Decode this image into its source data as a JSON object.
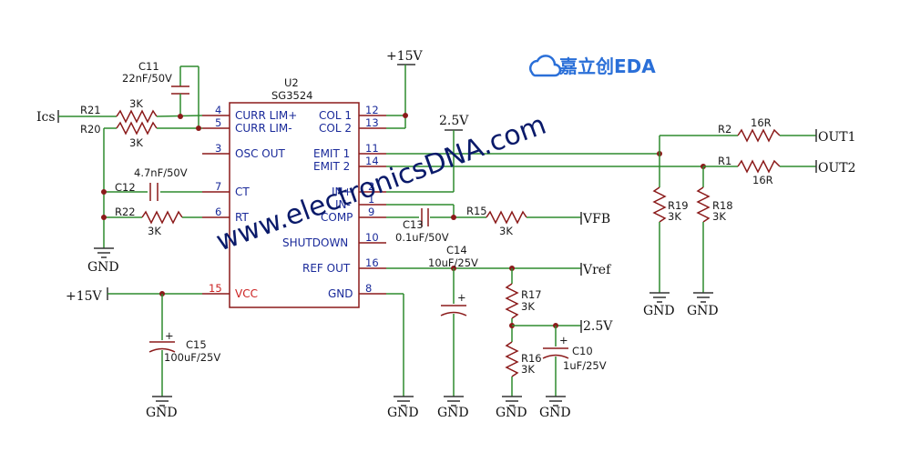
{
  "ic": {
    "ref": "U2",
    "part": "SG3524",
    "left_pins": [
      {
        "num": "4",
        "name": "CURR LIM+"
      },
      {
        "num": "5",
        "name": "CURR LIM-"
      },
      {
        "num": "3",
        "name": "OSC OUT"
      },
      {
        "num": "7",
        "name": "CT"
      },
      {
        "num": "6",
        "name": "RT"
      },
      {
        "num": "15",
        "name": "VCC"
      }
    ],
    "right_pins": [
      {
        "num": "12",
        "name": "COL 1"
      },
      {
        "num": "13",
        "name": "COL 2"
      },
      {
        "num": "11",
        "name": "EMIT 1"
      },
      {
        "num": "14",
        "name": "EMIT 2"
      },
      {
        "num": "2",
        "name": "IN+"
      },
      {
        "num": "1",
        "name": "IN-"
      },
      {
        "num": "9",
        "name": "COMP"
      },
      {
        "num": "10",
        "name": "SHUTDOWN"
      },
      {
        "num": "16",
        "name": "REF OUT"
      },
      {
        "num": "8",
        "name": "GND"
      }
    ]
  },
  "components": {
    "r21": {
      "ref": "R21",
      "value": "3K"
    },
    "r20": {
      "ref": "R20",
      "value": "3K"
    },
    "c11": {
      "ref": "C11",
      "value": "22nF/50V"
    },
    "c12": {
      "ref": "C12",
      "value": "4.7nF/50V"
    },
    "r22": {
      "ref": "R22",
      "value": "3K"
    },
    "c15": {
      "ref": "C15",
      "value": "100uF/25V"
    },
    "c13": {
      "ref": "C13",
      "value": "0.1uF/50V"
    },
    "r15": {
      "ref": "R15",
      "value": "3K"
    },
    "c14": {
      "ref": "C14",
      "value": "10uF/25V"
    },
    "r17": {
      "ref": "R17",
      "value": "3K"
    },
    "r16": {
      "ref": "R16",
      "value": "3K"
    },
    "c10": {
      "ref": "C10",
      "value": "1uF/25V"
    },
    "r2": {
      "ref": "R2",
      "value": "16R"
    },
    "r1": {
      "ref": "R1",
      "value": "16R"
    },
    "r19": {
      "ref": "R19",
      "value": "3K"
    },
    "r18": {
      "ref": "R18",
      "value": "3K"
    }
  },
  "nets": {
    "ics": "Ics",
    "gnd": "GND",
    "vcc_left": "+15V",
    "vcc_top": "+15V",
    "v25_top": "2.5V",
    "v25_right": "2.5V",
    "vfb": "VFB",
    "vref": "Vref",
    "out1": "OUT1",
    "out2": "OUT2"
  },
  "watermark": "www.electronicsDNA.com",
  "logo": "嘉立创EDA",
  "colors": {
    "wire": "#2e8b2e",
    "component": "#8b1a1a",
    "pin_text": "#1a2a9a",
    "logo": "#2a6fd8"
  }
}
